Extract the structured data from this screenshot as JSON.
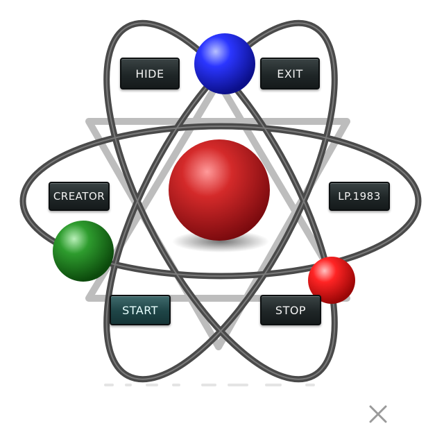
{
  "buttons": {
    "hide": "HIDE",
    "exit": "EXIT",
    "creator": "CREATOR",
    "version": "LP.1983",
    "start": "START",
    "stop": "STOP"
  },
  "icons": {
    "close": "close-icon",
    "nucleus": "nucleus-sphere",
    "electron_blue": "electron-blue-sphere",
    "electron_green": "electron-green-sphere",
    "electron_red": "electron-red-sphere"
  },
  "colors": {
    "orbit": "#555555",
    "button_bg": "#1f2627",
    "button_active_bg": "#1e4446",
    "nucleus": "#c0141c",
    "electron_blue": "#1e28e6",
    "electron_green": "#1e8a1e",
    "electron_red": "#e01010"
  }
}
